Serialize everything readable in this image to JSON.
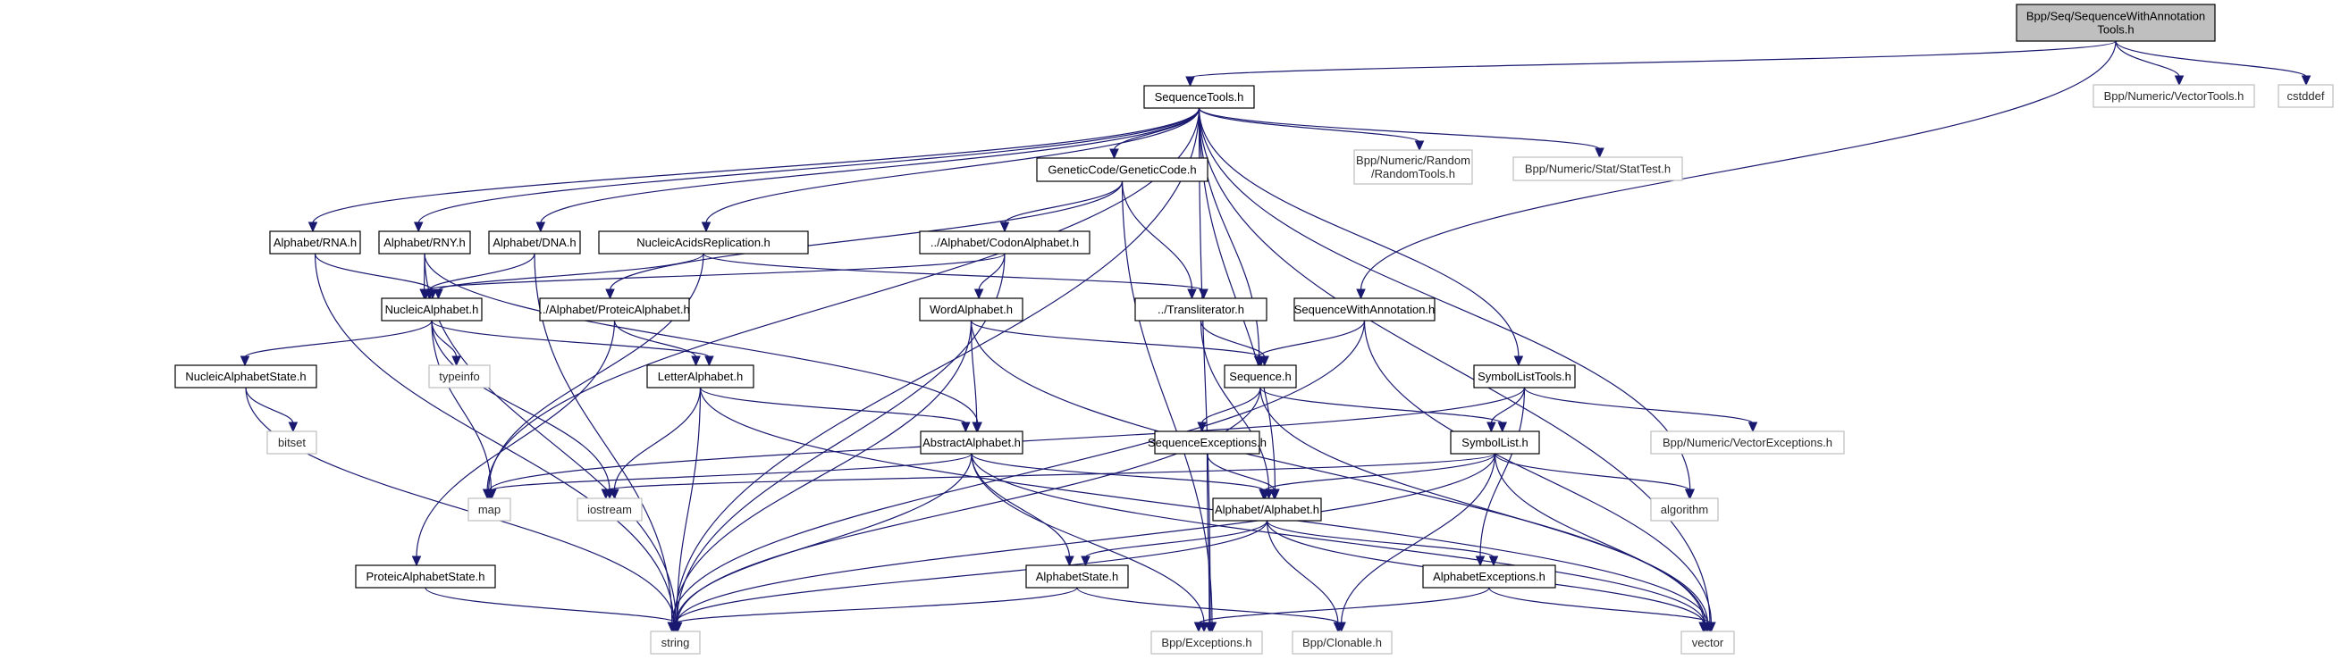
{
  "title": "Bpp/Seq/SequenceWithAnnotationTools.h",
  "colors": {
    "edge": "#191970",
    "root_fill": "#bfbfbf",
    "documented_border": "#000000",
    "external_border": "#bfbfbf"
  },
  "nodes": [
    {
      "id": "root",
      "lines": [
        "Bpp/Seq/SequenceWithAnnotation",
        "Tools.h"
      ],
      "kind": "root"
    },
    {
      "id": "seqtools",
      "lines": [
        "SequenceTools.h"
      ],
      "kind": "documented"
    },
    {
      "id": "vectortools",
      "lines": [
        "Bpp/Numeric/VectorTools.h"
      ],
      "kind": "external"
    },
    {
      "id": "cstddef",
      "lines": [
        "cstddef"
      ],
      "kind": "external"
    },
    {
      "id": "geneticcode",
      "lines": [
        "GeneticCode/GeneticCode.h"
      ],
      "kind": "documented"
    },
    {
      "id": "randomtools",
      "lines": [
        "Bpp/Numeric/Random",
        "/RandomTools.h"
      ],
      "kind": "external"
    },
    {
      "id": "stattest",
      "lines": [
        "Bpp/Numeric/Stat/StatTest.h"
      ],
      "kind": "external"
    },
    {
      "id": "rna",
      "lines": [
        "Alphabet/RNA.h"
      ],
      "kind": "documented"
    },
    {
      "id": "rny",
      "lines": [
        "Alphabet/RNY.h"
      ],
      "kind": "documented"
    },
    {
      "id": "dna",
      "lines": [
        "Alphabet/DNA.h"
      ],
      "kind": "documented"
    },
    {
      "id": "nar",
      "lines": [
        "NucleicAcidsReplication.h"
      ],
      "kind": "documented"
    },
    {
      "id": "codon",
      "lines": [
        "../Alphabet/CodonAlphabet.h"
      ],
      "kind": "documented"
    },
    {
      "id": "nucleic",
      "lines": [
        "NucleicAlphabet.h"
      ],
      "kind": "documented"
    },
    {
      "id": "proteic",
      "lines": [
        "../Alphabet/ProteicAlphabet.h"
      ],
      "kind": "documented"
    },
    {
      "id": "word",
      "lines": [
        "WordAlphabet.h"
      ],
      "kind": "documented"
    },
    {
      "id": "translit",
      "lines": [
        "../Transliterator.h"
      ],
      "kind": "documented"
    },
    {
      "id": "swa",
      "lines": [
        "SequenceWithAnnotation.h"
      ],
      "kind": "documented"
    },
    {
      "id": "nucstate",
      "lines": [
        "NucleicAlphabetState.h"
      ],
      "kind": "documented"
    },
    {
      "id": "typeinfo",
      "lines": [
        "typeinfo"
      ],
      "kind": "external"
    },
    {
      "id": "letter",
      "lines": [
        "LetterAlphabet.h"
      ],
      "kind": "documented"
    },
    {
      "id": "sequence",
      "lines": [
        "Sequence.h"
      ],
      "kind": "documented"
    },
    {
      "id": "sltools",
      "lines": [
        "SymbolListTools.h"
      ],
      "kind": "documented"
    },
    {
      "id": "bitset",
      "lines": [
        "bitset"
      ],
      "kind": "external"
    },
    {
      "id": "abstract",
      "lines": [
        "AbstractAlphabet.h"
      ],
      "kind": "documented"
    },
    {
      "id": "seqexc",
      "lines": [
        "SequenceExceptions.h"
      ],
      "kind": "documented"
    },
    {
      "id": "symlist",
      "lines": [
        "SymbolList.h"
      ],
      "kind": "documented"
    },
    {
      "id": "vecexc",
      "lines": [
        "Bpp/Numeric/VectorExceptions.h"
      ],
      "kind": "external"
    },
    {
      "id": "map",
      "lines": [
        "map"
      ],
      "kind": "external"
    },
    {
      "id": "iostream",
      "lines": [
        "iostream"
      ],
      "kind": "external"
    },
    {
      "id": "alphabet",
      "lines": [
        "Alphabet/Alphabet.h"
      ],
      "kind": "documented"
    },
    {
      "id": "algorithm",
      "lines": [
        "algorithm"
      ],
      "kind": "external"
    },
    {
      "id": "protstate",
      "lines": [
        "ProteicAlphabetState.h"
      ],
      "kind": "documented"
    },
    {
      "id": "alphstate",
      "lines": [
        "AlphabetState.h"
      ],
      "kind": "documented"
    },
    {
      "id": "alphexc",
      "lines": [
        "AlphabetExceptions.h"
      ],
      "kind": "documented"
    },
    {
      "id": "string",
      "lines": [
        "string"
      ],
      "kind": "external"
    },
    {
      "id": "exceptions",
      "lines": [
        "Bpp/Exceptions.h"
      ],
      "kind": "external"
    },
    {
      "id": "clonable",
      "lines": [
        "Bpp/Clonable.h"
      ],
      "kind": "external"
    },
    {
      "id": "vector",
      "lines": [
        "vector"
      ],
      "kind": "external"
    }
  ],
  "edges": [
    [
      "root",
      "seqtools"
    ],
    [
      "root",
      "vectortools"
    ],
    [
      "root",
      "cstddef"
    ],
    [
      "root",
      "swa"
    ],
    [
      "seqtools",
      "geneticcode"
    ],
    [
      "seqtools",
      "randomtools"
    ],
    [
      "seqtools",
      "stattest"
    ],
    [
      "seqtools",
      "rna"
    ],
    [
      "seqtools",
      "rny"
    ],
    [
      "seqtools",
      "dna"
    ],
    [
      "seqtools",
      "nar"
    ],
    [
      "seqtools",
      "sequence"
    ],
    [
      "seqtools",
      "sltools"
    ],
    [
      "seqtools",
      "alphabet"
    ],
    [
      "seqtools",
      "exceptions"
    ],
    [
      "seqtools",
      "string"
    ],
    [
      "seqtools",
      "map"
    ],
    [
      "seqtools",
      "algorithm"
    ],
    [
      "seqtools",
      "vector"
    ],
    [
      "geneticcode",
      "codon"
    ],
    [
      "geneticcode",
      "proteic"
    ],
    [
      "geneticcode",
      "translit"
    ],
    [
      "geneticcode",
      "exceptions"
    ],
    [
      "rna",
      "nucleic"
    ],
    [
      "rna",
      "string"
    ],
    [
      "rny",
      "nucleic"
    ],
    [
      "rny",
      "abstract"
    ],
    [
      "rny",
      "string"
    ],
    [
      "dna",
      "nucleic"
    ],
    [
      "dna",
      "string"
    ],
    [
      "nar",
      "nucleic"
    ],
    [
      "nar",
      "translit"
    ],
    [
      "nar",
      "map"
    ],
    [
      "codon",
      "nucleic"
    ],
    [
      "codon",
      "word"
    ],
    [
      "codon",
      "string"
    ],
    [
      "nucleic",
      "nucstate"
    ],
    [
      "nucleic",
      "typeinfo"
    ],
    [
      "nucleic",
      "letter"
    ],
    [
      "nucleic",
      "map"
    ],
    [
      "nucleic",
      "iostream"
    ],
    [
      "proteic",
      "letter"
    ],
    [
      "proteic",
      "protstate"
    ],
    [
      "word",
      "abstract"
    ],
    [
      "word",
      "sequence"
    ],
    [
      "word",
      "string"
    ],
    [
      "word",
      "vector"
    ],
    [
      "translit",
      "sequence"
    ],
    [
      "translit",
      "alphabet"
    ],
    [
      "swa",
      "sequence"
    ],
    [
      "swa",
      "string"
    ],
    [
      "swa",
      "vector"
    ],
    [
      "nucstate",
      "bitset"
    ],
    [
      "nucstate",
      "string"
    ],
    [
      "letter",
      "abstract"
    ],
    [
      "letter",
      "iostream"
    ],
    [
      "letter",
      "string"
    ],
    [
      "letter",
      "vector"
    ],
    [
      "sequence",
      "seqexc"
    ],
    [
      "sequence",
      "symlist"
    ],
    [
      "sequence",
      "string"
    ],
    [
      "sequence",
      "vector"
    ],
    [
      "sltools",
      "symlist"
    ],
    [
      "sltools",
      "alphexc"
    ],
    [
      "sltools",
      "vecexc"
    ],
    [
      "sltools",
      "map"
    ],
    [
      "abstract",
      "alphabet"
    ],
    [
      "abstract",
      "alphstate"
    ],
    [
      "abstract",
      "map"
    ],
    [
      "abstract",
      "string"
    ],
    [
      "abstract",
      "exceptions"
    ],
    [
      "abstract",
      "vector"
    ],
    [
      "seqexc",
      "alphabet"
    ],
    [
      "seqexc",
      "exceptions"
    ],
    [
      "symlist",
      "alphabet"
    ],
    [
      "symlist",
      "iostream"
    ],
    [
      "symlist",
      "algorithm"
    ],
    [
      "symlist",
      "string"
    ],
    [
      "symlist",
      "clonable"
    ],
    [
      "symlist",
      "vector"
    ],
    [
      "alphabet",
      "alphstate"
    ],
    [
      "alphabet",
      "alphexc"
    ],
    [
      "alphabet",
      "string"
    ],
    [
      "alphabet",
      "clonable"
    ],
    [
      "alphabet",
      "vector"
    ],
    [
      "protstate",
      "string"
    ],
    [
      "alphstate",
      "string"
    ],
    [
      "alphstate",
      "clonable"
    ],
    [
      "alphexc",
      "exceptions"
    ],
    [
      "alphexc",
      "vector"
    ]
  ]
}
